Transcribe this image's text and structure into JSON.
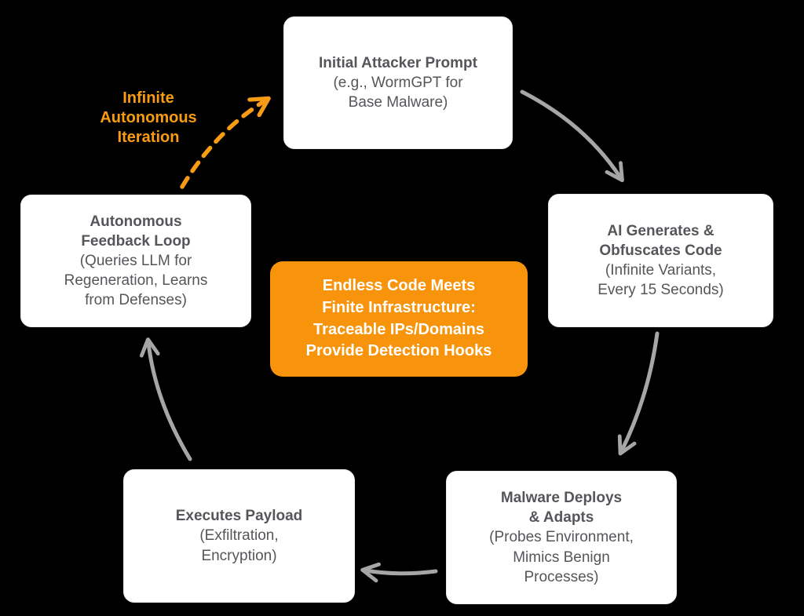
{
  "diagram": {
    "loop_label": "Infinite\nAutonomous\nIteration",
    "center_callout": "Endless Code Meets\nFinite Infrastructure:\nTraceable IPs/Domains\nProvide Detection Hooks",
    "nodes": [
      {
        "id": "initial-attacker-prompt",
        "title": "Initial Attacker Prompt",
        "detail": "(e.g., WormGPT for\nBase Malware)"
      },
      {
        "id": "ai-generates-obfuscates",
        "title": "AI Generates &\nObfuscates Code",
        "detail": "(Infinite Variants,\nEvery 15 Seconds)"
      },
      {
        "id": "malware-deploys-adapts",
        "title": "Malware Deploys\n& Adapts",
        "detail": "(Probes Environment,\nMimics Benign\nProcesses)"
      },
      {
        "id": "executes-payload",
        "title": "Executes Payload",
        "detail": "(Exfiltration,\nEncryption)"
      },
      {
        "id": "autonomous-feedback-loop",
        "title": "Autonomous\nFeedback Loop",
        "detail": "(Queries LLM for\nRegeneration, Learns\nfrom Defenses)"
      }
    ],
    "edges": [
      {
        "from": "initial-attacker-prompt",
        "to": "ai-generates-obfuscates",
        "style": "solid-gray"
      },
      {
        "from": "ai-generates-obfuscates",
        "to": "malware-deploys-adapts",
        "style": "solid-gray"
      },
      {
        "from": "malware-deploys-adapts",
        "to": "executes-payload",
        "style": "solid-gray"
      },
      {
        "from": "executes-payload",
        "to": "autonomous-feedback-loop",
        "style": "solid-gray"
      },
      {
        "from": "autonomous-feedback-loop",
        "to": "initial-attacker-prompt",
        "style": "dashed-orange",
        "label": "Infinite Autonomous Iteration"
      }
    ],
    "colors": {
      "background": "#000000",
      "accent_orange": "#F8940B",
      "label_orange": "#F89B15",
      "arrow_gray": "#A6A6A8",
      "text_dark": "#54565A",
      "box_background": "#FFFFFF",
      "box_border": "#ECECEC",
      "center_text": "#FFFFFF"
    }
  }
}
